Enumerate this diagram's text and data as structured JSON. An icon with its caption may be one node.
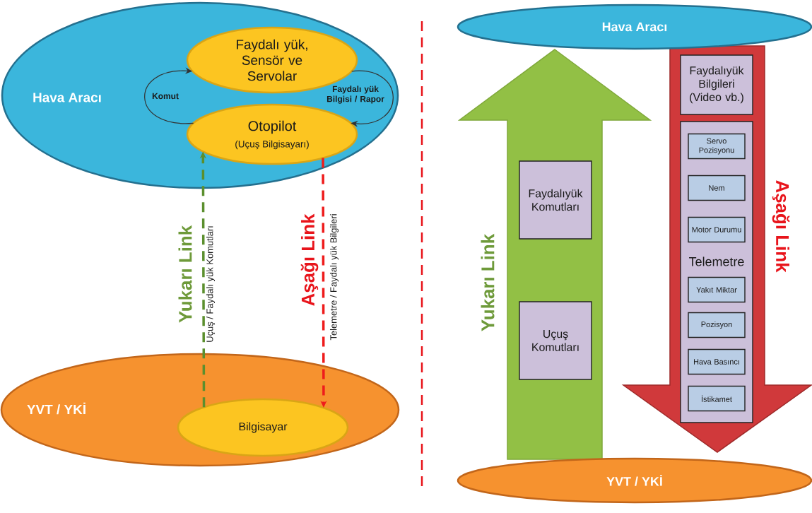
{
  "diagram": {
    "nodes": [
      {
        "text": [
          "Hava Aracı"
        ]
      },
      {
        "text": [
          "Faydalı yük, Sensör ve Servolar"
        ],
        "in": 0
      },
      {
        "text": [
          "Otopilot",
          "(Uçuş Bilgisayarı)"
        ],
        "in": 0
      },
      {
        "text": [
          "YVT / YKİ"
        ]
      },
      {
        "text": [
          "Bilgisayar"
        ],
        "in": 3
      },
      {
        "text": [
          "Hava Aracı"
        ]
      },
      {
        "text": [],
        "shape": "arrow",
        "beside": [
          "Yukarı Link"
        ]
      },
      {
        "text": [
          "Faydalıyük Komutları"
        ],
        "in": 6
      },
      {
        "text": [
          "Uçuş Komutları"
        ],
        "in": 6
      },
      {
        "text": [],
        "shape": "arrow",
        "beside": [
          "Aşağı Link"
        ]
      },
      {
        "text": [
          "Faydalıyük Bilgileri (Video vb.)"
        ],
        "in": 9
      },
      {
        "text": [
          "Telemetre"
        ],
        "in": 9
      },
      {
        "text": [
          "Servo Pozisyonu"
        ],
        "in": 11
      },
      {
        "text": [
          "Nem"
        ],
        "in": 11
      },
      {
        "text": [
          "Motor Durumu"
        ],
        "in": 11
      },
      {
        "text": [
          "Yakıt Miktar"
        ],
        "in": 11
      },
      {
        "text": [
          "Pozisyon"
        ],
        "in": 11
      },
      {
        "text": [
          "Hava Basıncı"
        ],
        "in": 11
      },
      {
        "text": [
          "İstikamet"
        ],
        "in": 11
      },
      {
        "text": [
          "YVT / YKİ"
        ]
      }
    ],
    "edges": [
      {
        "from": 2,
        "to": 1,
        "arrow": "to",
        "label": "Komut"
      },
      {
        "from": 1,
        "to": 2,
        "arrow": "to",
        "label": "Faydalı yük Bilgisi / Rapor"
      },
      {
        "from": 4,
        "to": 2,
        "arrow": "to",
        "label": "Uçuş / Faydalı yük Komutları",
        "style": "dashed",
        "color": "#5b8f2e"
      },
      {
        "from": 2,
        "to": 4,
        "arrow": "to",
        "label": "Telemetre / Faydalı yük Bilgileri",
        "style": "dashed",
        "color": "#ee1c1c"
      }
    ],
    "labels": [
      "Yukarı Link",
      "Aşağı Link"
    ]
  }
}
